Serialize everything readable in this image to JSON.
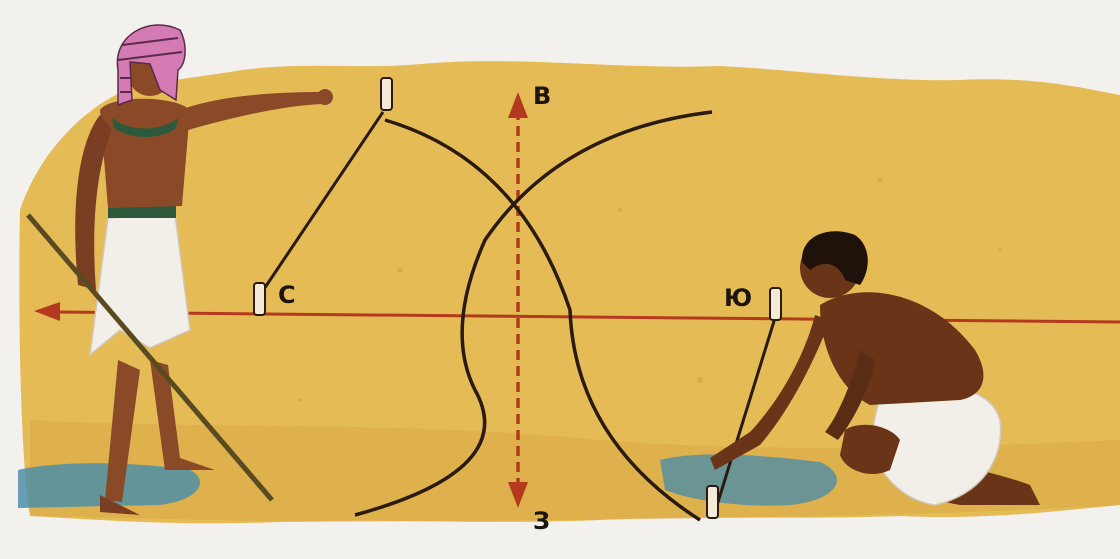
{
  "labels": {
    "north": "С",
    "east": "В",
    "south": "Ю",
    "west": "З"
  },
  "colors": {
    "sand": "#e5bb56",
    "sand_dark": "#c99a35",
    "rope": "#2a1a10",
    "axis_line": "#b33a1e",
    "skin": "#8a4a28",
    "skin_kneeling": "#6a3418",
    "cloth": "#f2efe8",
    "headdress": "#d47bb4",
    "water": "#4e8fa8"
  },
  "icons": {
    "standing_figure": "egyptian-surveyor-icon",
    "kneeling_figure": "kneeling-surveyor-icon",
    "stake": "stake-icon"
  }
}
